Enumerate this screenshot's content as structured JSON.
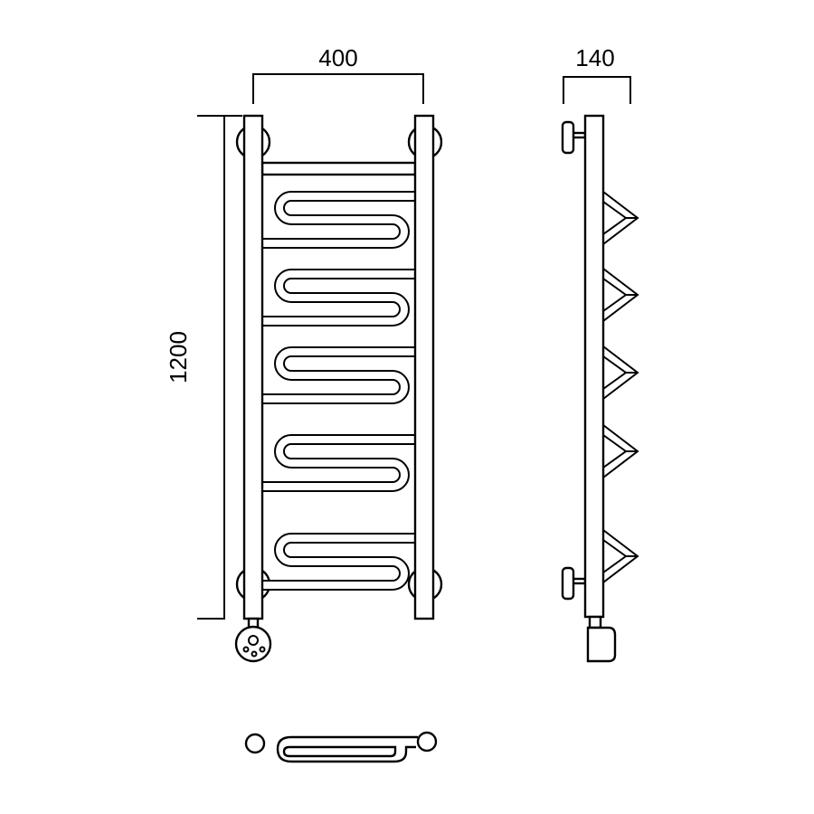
{
  "dimensions": {
    "width": "400",
    "height": "1200",
    "depth": "140"
  },
  "views": {
    "front": {
      "ladder_s_sections": 5
    },
    "side": {
      "zigzag_sections": 5
    },
    "top": {}
  },
  "colors": {
    "line": "#000000",
    "background": "#ffffff"
  }
}
